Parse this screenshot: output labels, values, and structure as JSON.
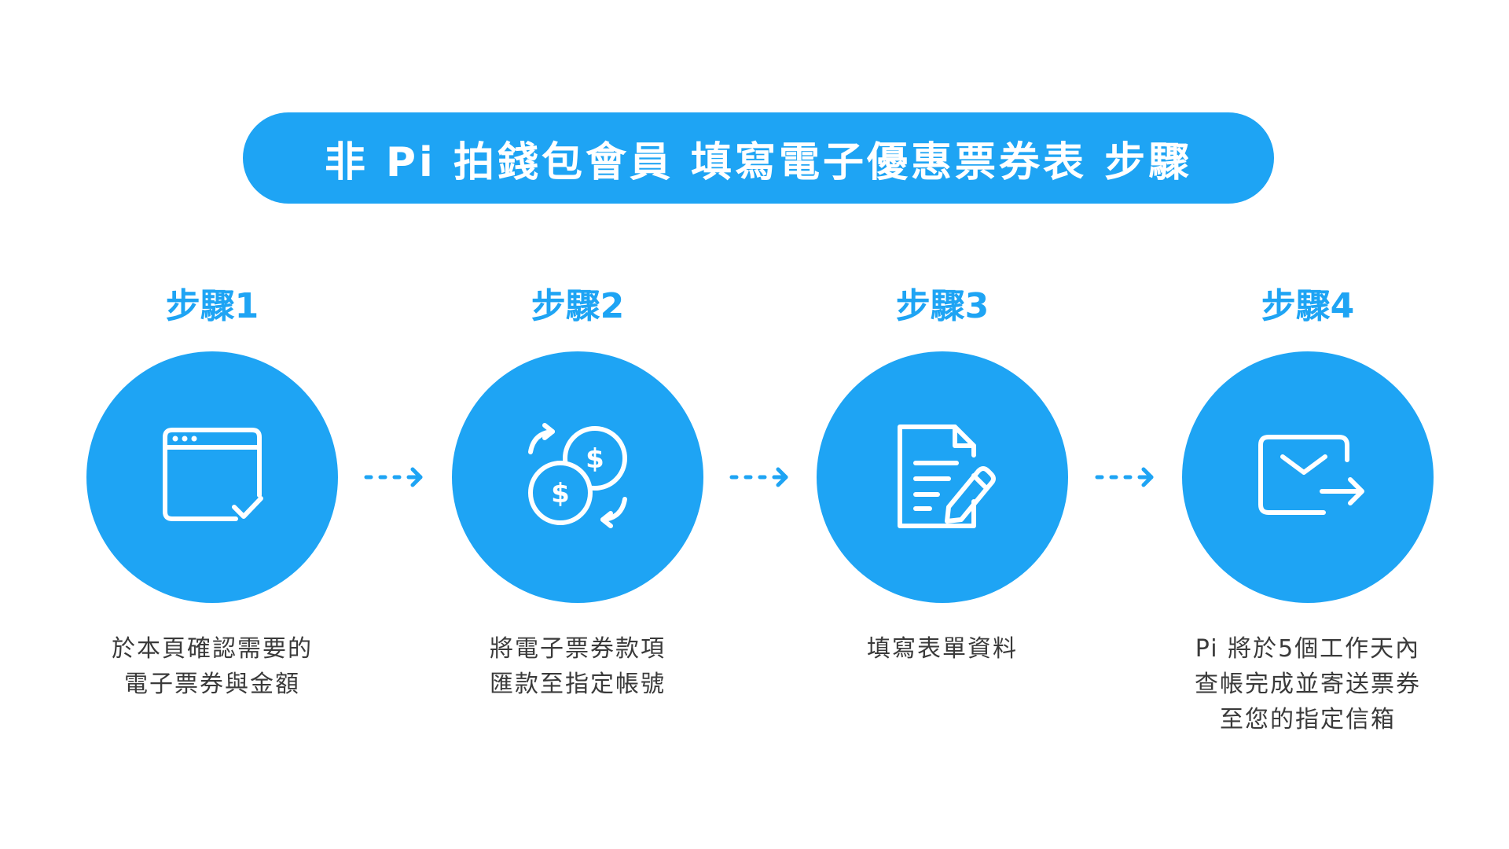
{
  "title": "非 Pi 拍錢包會員 填寫電子優惠票券表 步驟",
  "steps": [
    {
      "label": "步驟1",
      "icon": "browser-window-check-icon",
      "lines": [
        "於本頁確認需要的",
        "電子票券與金額"
      ]
    },
    {
      "label": "步驟2",
      "icon": "currency-exchange-coins-icon",
      "lines": [
        "將電子票券款項",
        "匯款至指定帳號"
      ]
    },
    {
      "label": "步驟3",
      "icon": "document-pencil-icon",
      "lines": [
        "填寫表單資料"
      ]
    },
    {
      "label": "步驟4",
      "icon": "envelope-send-icon",
      "lines": [
        "Pi 將於5個工作天內",
        "查帳完成並寄送票券",
        "至您的指定信箱"
      ]
    }
  ],
  "colors": {
    "accent": "#1ea4f4",
    "text": "#3a3a3a",
    "background": "#ffffff"
  }
}
